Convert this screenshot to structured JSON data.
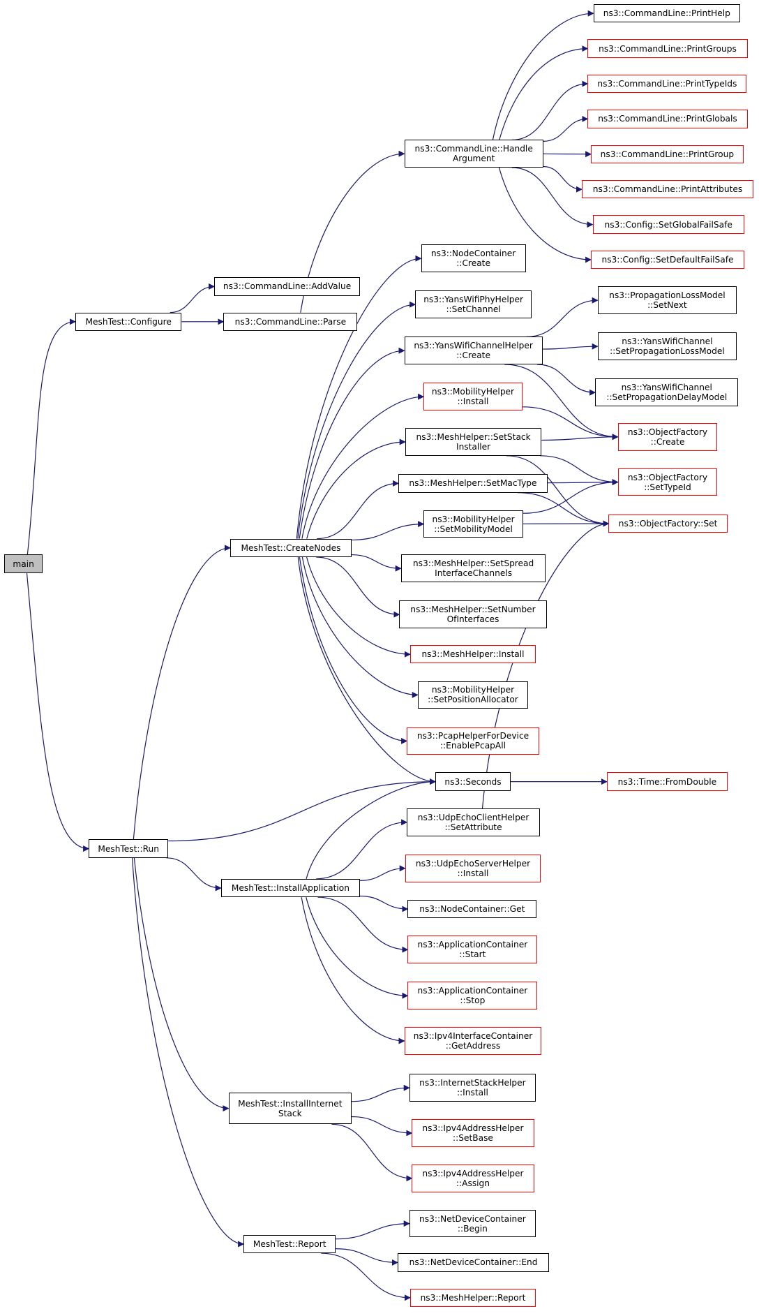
{
  "colors": {
    "edge": "#191970",
    "border_default": "#000000",
    "border_undocumented": "#ff0000",
    "root_fill": "#bfbfbf"
  },
  "nodes": [
    {
      "id": "main",
      "label": "main",
      "root": true
    },
    {
      "id": "configure",
      "label": "MeshTest::Configure"
    },
    {
      "id": "run",
      "label": "MeshTest::Run"
    },
    {
      "id": "addvalue",
      "label": "ns3::CommandLine::AddValue"
    },
    {
      "id": "parse",
      "label": "ns3::CommandLine::Parse"
    },
    {
      "id": "handlearg",
      "label": "ns3::CommandLine::Handle\nArgument"
    },
    {
      "id": "printhelp",
      "label": "ns3::CommandLine::PrintHelp"
    },
    {
      "id": "printgroups",
      "label": "ns3::CommandLine::PrintGroups",
      "red": true
    },
    {
      "id": "printtypeids",
      "label": "ns3::CommandLine::PrintTypeIds",
      "red": true
    },
    {
      "id": "printglobals",
      "label": "ns3::CommandLine::PrintGlobals",
      "red": true
    },
    {
      "id": "printgroup",
      "label": "ns3::CommandLine::PrintGroup",
      "red": true
    },
    {
      "id": "printattributes",
      "label": "ns3::CommandLine::PrintAttributes",
      "red": true
    },
    {
      "id": "setglobalfailsafe",
      "label": "ns3::Config::SetGlobalFailSafe",
      "red": true
    },
    {
      "id": "setdefaultfailsafe",
      "label": "ns3::Config::SetDefaultFailSafe",
      "red": true
    },
    {
      "id": "createnodes",
      "label": "MeshTest::CreateNodes"
    },
    {
      "id": "nodecontainer_create",
      "label": "ns3::NodeContainer\n::Create"
    },
    {
      "id": "yansphy_setchannel",
      "label": "ns3::YansWifiPhyHelper\n::SetChannel"
    },
    {
      "id": "yanschan_create",
      "label": "ns3::YansWifiChannelHelper\n::Create"
    },
    {
      "id": "mobility_install",
      "label": "ns3::MobilityHelper\n::Install",
      "red": true
    },
    {
      "id": "mesh_setstack",
      "label": "ns3::MeshHelper::SetStack\nInstaller"
    },
    {
      "id": "mesh_setmactype",
      "label": "ns3::MeshHelper::SetMacType"
    },
    {
      "id": "mobility_setmodel",
      "label": "ns3::MobilityHelper\n::SetMobilityModel"
    },
    {
      "id": "mesh_setspread",
      "label": "ns3::MeshHelper::SetSpread\nInterfaceChannels"
    },
    {
      "id": "mesh_setnumber",
      "label": "ns3::MeshHelper::SetNumber\nOfInterfaces"
    },
    {
      "id": "mesh_install",
      "label": "ns3::MeshHelper::Install",
      "red": true
    },
    {
      "id": "mobility_setpos",
      "label": "ns3::MobilityHelper\n::SetPositionAllocator"
    },
    {
      "id": "pcap_enable",
      "label": "ns3::PcapHelperForDevice\n::EnablePcapAll",
      "red": true
    },
    {
      "id": "prop_setnext",
      "label": "ns3::PropagationLossModel\n::SetNext"
    },
    {
      "id": "yanschan_setloss",
      "label": "ns3::YansWifiChannel\n::SetPropagationLossModel"
    },
    {
      "id": "yanschan_setdelay",
      "label": "ns3::YansWifiChannel\n::SetPropagationDelayModel"
    },
    {
      "id": "of_create",
      "label": "ns3::ObjectFactory\n::Create",
      "red": true
    },
    {
      "id": "of_settypeid",
      "label": "ns3::ObjectFactory\n::SetTypeId",
      "red": true
    },
    {
      "id": "of_set",
      "label": "ns3::ObjectFactory::Set",
      "red": true
    },
    {
      "id": "seconds",
      "label": "ns3::Seconds"
    },
    {
      "id": "fromdouble",
      "label": "ns3::Time::FromDouble",
      "red": true
    },
    {
      "id": "installapp",
      "label": "MeshTest::InstallApplication"
    },
    {
      "id": "udpclient_setattr",
      "label": "ns3::UdpEchoClientHelper\n::SetAttribute"
    },
    {
      "id": "udpserver_install",
      "label": "ns3::UdpEchoServerHelper\n::Install",
      "red": true
    },
    {
      "id": "nodecontainer_get",
      "label": "ns3::NodeContainer::Get"
    },
    {
      "id": "appc_start",
      "label": "ns3::ApplicationContainer\n::Start",
      "red": true
    },
    {
      "id": "appc_stop",
      "label": "ns3::ApplicationContainer\n::Stop",
      "red": true
    },
    {
      "id": "ipv4if_getaddr",
      "label": "ns3::Ipv4InterfaceContainer\n::GetAddress",
      "red": true
    },
    {
      "id": "installinternet",
      "label": "MeshTest::InstallInternet\nStack"
    },
    {
      "id": "inet_install",
      "label": "ns3::InternetStackHelper\n::Install"
    },
    {
      "id": "ipv4addr_setbase",
      "label": "ns3::Ipv4AddressHelper\n::SetBase",
      "red": true
    },
    {
      "id": "ipv4addr_assign",
      "label": "ns3::Ipv4AddressHelper\n::Assign",
      "red": true
    },
    {
      "id": "report",
      "label": "MeshTest::Report"
    },
    {
      "id": "ndc_begin",
      "label": "ns3::NetDeviceContainer\n::Begin"
    },
    {
      "id": "ndc_end",
      "label": "ns3::NetDeviceContainer::End"
    },
    {
      "id": "mesh_report",
      "label": "ns3::MeshHelper::Report",
      "red": true
    }
  ],
  "edges": [
    [
      "main",
      "configure"
    ],
    [
      "main",
      "run"
    ],
    [
      "configure",
      "addvalue"
    ],
    [
      "configure",
      "parse"
    ],
    [
      "parse",
      "handlearg"
    ],
    [
      "handlearg",
      "printhelp"
    ],
    [
      "handlearg",
      "printgroups"
    ],
    [
      "handlearg",
      "printtypeids"
    ],
    [
      "handlearg",
      "printglobals"
    ],
    [
      "handlearg",
      "printgroup"
    ],
    [
      "handlearg",
      "printattributes"
    ],
    [
      "handlearg",
      "setglobalfailsafe"
    ],
    [
      "handlearg",
      "setdefaultfailsafe"
    ],
    [
      "run",
      "createnodes"
    ],
    [
      "run",
      "seconds"
    ],
    [
      "run",
      "installapp"
    ],
    [
      "run",
      "installinternet"
    ],
    [
      "run",
      "report"
    ],
    [
      "createnodes",
      "nodecontainer_create"
    ],
    [
      "createnodes",
      "yansphy_setchannel"
    ],
    [
      "createnodes",
      "yanschan_create"
    ],
    [
      "createnodes",
      "mobility_install"
    ],
    [
      "createnodes",
      "mesh_setstack"
    ],
    [
      "createnodes",
      "mesh_setmactype"
    ],
    [
      "createnodes",
      "mobility_setmodel"
    ],
    [
      "createnodes",
      "mesh_setspread"
    ],
    [
      "createnodes",
      "mesh_setnumber"
    ],
    [
      "createnodes",
      "mesh_install"
    ],
    [
      "createnodes",
      "mobility_setpos"
    ],
    [
      "createnodes",
      "pcap_enable"
    ],
    [
      "createnodes",
      "seconds"
    ],
    [
      "yanschan_create",
      "prop_setnext"
    ],
    [
      "yanschan_create",
      "yanschan_setloss"
    ],
    [
      "yanschan_create",
      "yanschan_setdelay"
    ],
    [
      "yanschan_create",
      "of_create"
    ],
    [
      "mobility_install",
      "of_create"
    ],
    [
      "mesh_setstack",
      "of_create"
    ],
    [
      "mesh_setstack",
      "of_settypeid"
    ],
    [
      "mesh_setstack",
      "of_set"
    ],
    [
      "mesh_setmactype",
      "of_settypeid"
    ],
    [
      "mesh_setmactype",
      "of_set"
    ],
    [
      "mobility_setmodel",
      "of_settypeid"
    ],
    [
      "mobility_setmodel",
      "of_set"
    ],
    [
      "seconds",
      "fromdouble"
    ],
    [
      "udpclient_setattr",
      "of_set"
    ],
    [
      "installapp",
      "seconds"
    ],
    [
      "installapp",
      "udpclient_setattr"
    ],
    [
      "installapp",
      "udpserver_install"
    ],
    [
      "installapp",
      "nodecontainer_get"
    ],
    [
      "installapp",
      "appc_start"
    ],
    [
      "installapp",
      "appc_stop"
    ],
    [
      "installapp",
      "ipv4if_getaddr"
    ],
    [
      "installinternet",
      "inet_install"
    ],
    [
      "installinternet",
      "ipv4addr_setbase"
    ],
    [
      "installinternet",
      "ipv4addr_assign"
    ],
    [
      "report",
      "ndc_begin"
    ],
    [
      "report",
      "ndc_end"
    ],
    [
      "report",
      "mesh_report"
    ]
  ]
}
